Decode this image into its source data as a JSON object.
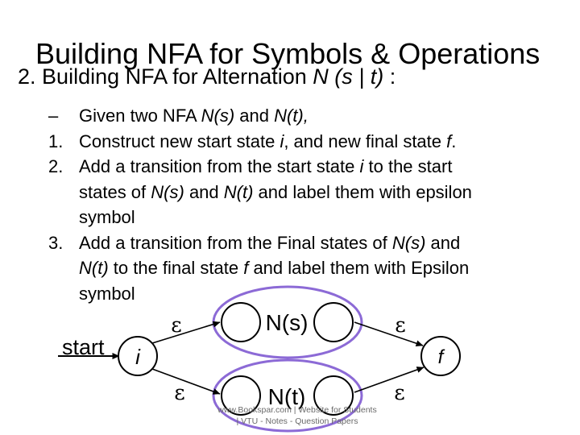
{
  "slide": {
    "title": "Building NFA for Symbols & Operations",
    "subtitle": {
      "number": "2.",
      "text": "Building NFA for Alternation ",
      "expr": "N (s | t)",
      "end": " :"
    }
  },
  "bullets": {
    "b0": {
      "marker": "–",
      "a": "Given two NFA ",
      "b": "N(s)",
      "c": " and ",
      "d": "N(t),",
      "e": ""
    },
    "b1": {
      "marker": "1.",
      "a": "Construct new start state ",
      "b": "i",
      "c": ",  and new final state ",
      "d": "f",
      "e": "."
    },
    "b2": {
      "marker": "2.",
      "l1": "Add a transition from the start state ",
      "l1i": "i",
      "l1e": " to the start",
      "l2a": "states of ",
      "l2b": "N(s)",
      "l2c": " and ",
      "l2d": "N(t)",
      "l2e": " and label them with epsilon",
      "l3": "symbol"
    },
    "b3": {
      "marker": "3.",
      "l1a": "Add a transition from the Final states  of ",
      "l1b": "N(s)",
      "l1c": " and",
      "l2a": "N(t)",
      "l2b": " to the final state ",
      "l2c": "f",
      "l2d": " and label them with Epsilon",
      "l3": "symbol"
    }
  },
  "diagram": {
    "start_label": "start",
    "state_i": "i",
    "state_f": "f",
    "nfa_s": "N(s)",
    "nfa_t": "N(t)",
    "epsilon": "ε",
    "colors": {
      "nfa_outline": "#8c6ad6",
      "line": "#000000"
    }
  },
  "footer": {
    "line1": "www.Bookspar.com | Website for Students",
    "line2": "| VTU - Notes - Question Papers"
  }
}
